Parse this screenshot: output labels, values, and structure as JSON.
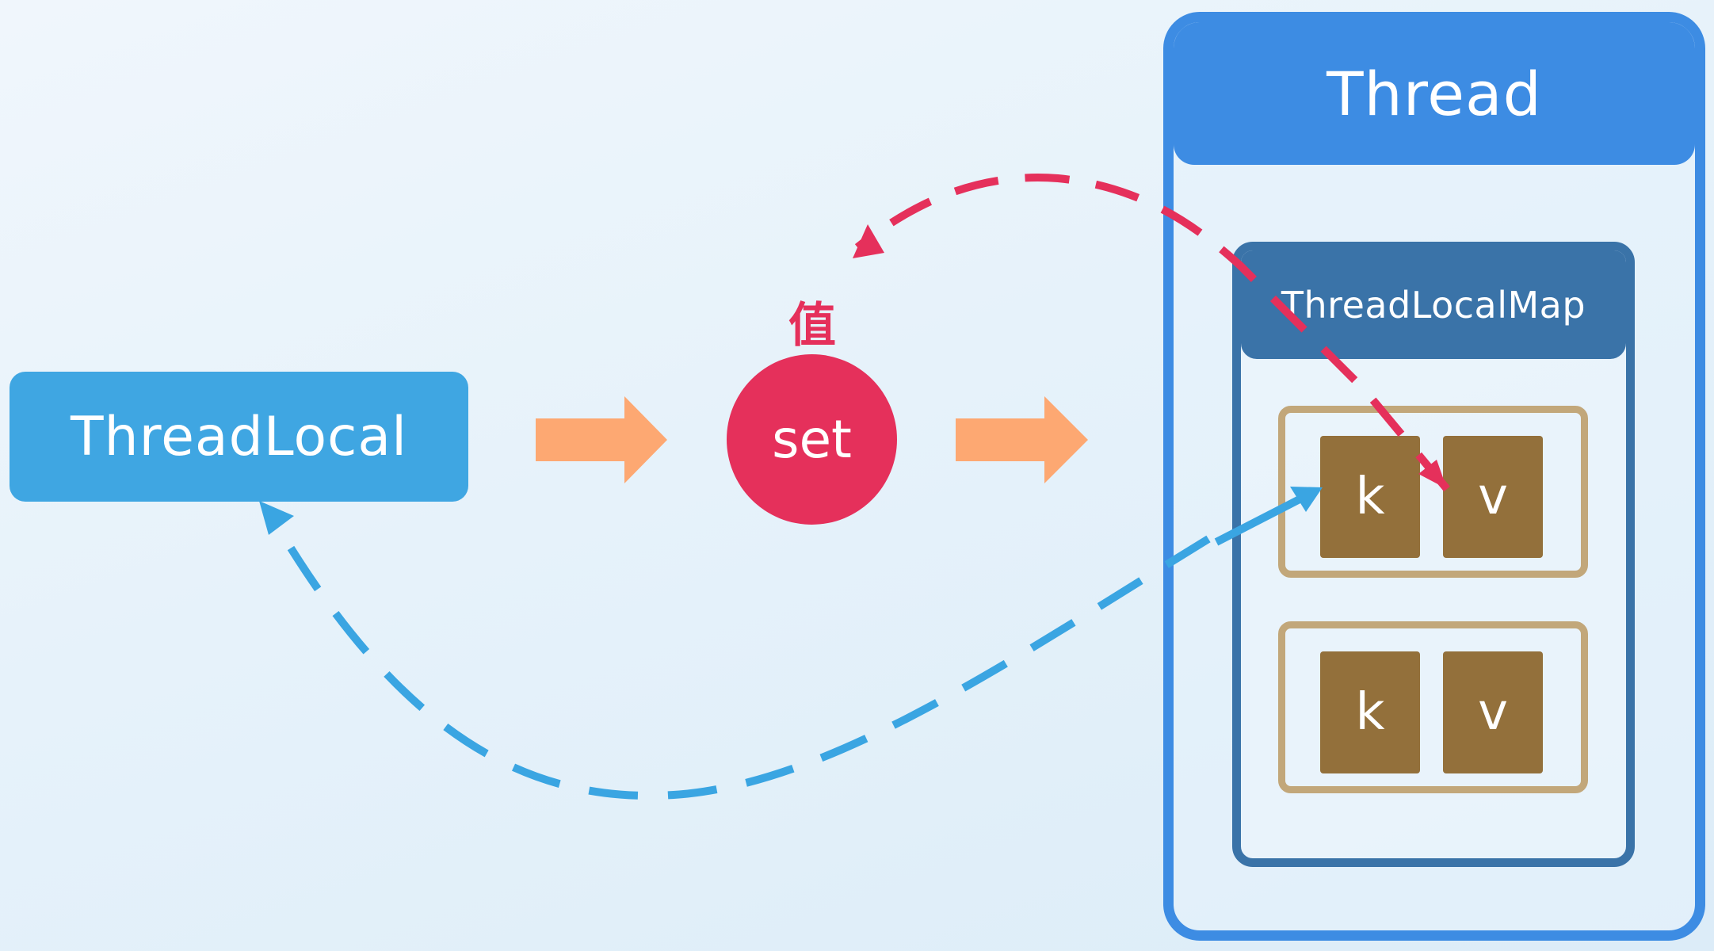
{
  "threadlocal": {
    "label": "ThreadLocal"
  },
  "set_node": {
    "label": "set",
    "value_label": "值"
  },
  "thread": {
    "title": "Thread"
  },
  "thread_local_map": {
    "title": "ThreadLocalMap"
  },
  "entries": [
    {
      "key": "k",
      "value": "v"
    },
    {
      "key": "k",
      "value": "v"
    }
  ],
  "colors": {
    "threadlocal": "#3fa6e2",
    "set": "#e5305b",
    "thread": "#3d8ce3",
    "map": "#3a73a8",
    "entry_border": "#c2a77a",
    "cell": "#93703b",
    "flow_arrow": "#fda872",
    "return_arrow_blue": "#3aa5e2",
    "lookup_arrow_red": "#e5305b"
  }
}
